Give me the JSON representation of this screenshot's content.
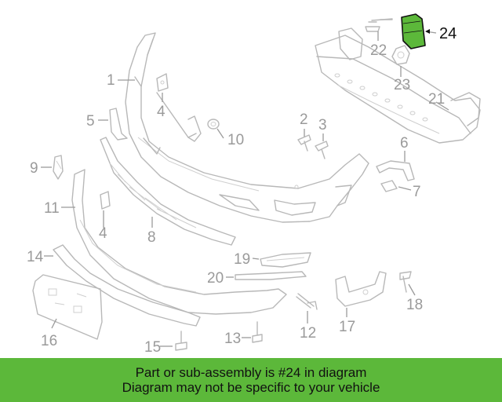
{
  "colors": {
    "banner_bg": "#5cb83a",
    "highlight_fill": "#5cb83a",
    "highlight_stroke": "#111111",
    "part_stroke": "#b8b8b8",
    "callout_gray": "#9a9a9a"
  },
  "highlighted_part": "24",
  "callouts": {
    "c1": "1",
    "c2": "2",
    "c3": "3",
    "c4a": "4",
    "c4b": "4",
    "c5": "5",
    "c6": "6",
    "c7": "7",
    "c8": "8",
    "c9": "9",
    "c10": "10",
    "c11": "11",
    "c12": "12",
    "c13": "13",
    "c14": "14",
    "c15": "15",
    "c16": "16",
    "c17": "17",
    "c18": "18",
    "c19": "19",
    "c20": "20",
    "c21": "21",
    "c22": "22",
    "c23": "23",
    "c24": "24"
  },
  "banner": {
    "line1": "Part or sub-assembly is #24 in diagram",
    "line2": "Diagram may not be specific to your vehicle"
  }
}
